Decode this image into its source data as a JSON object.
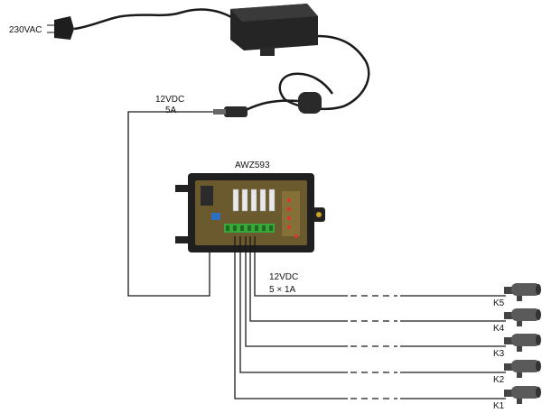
{
  "labels": {
    "mains": "230VAC",
    "input_voltage": "12VDC",
    "input_current": "5A",
    "device": "AWZ593",
    "output_voltage": "12VDC",
    "output_current": "5 × 1A"
  },
  "outputs": [
    "K5",
    "K4",
    "K3",
    "K2",
    "K1"
  ],
  "colors": {
    "wire": "#1a1a1a",
    "adapter": "#222222",
    "enclosure": "#1c1c1c",
    "pcb": "#6b5a2e",
    "terminal": "#3aa53a",
    "camera": "#555555"
  }
}
